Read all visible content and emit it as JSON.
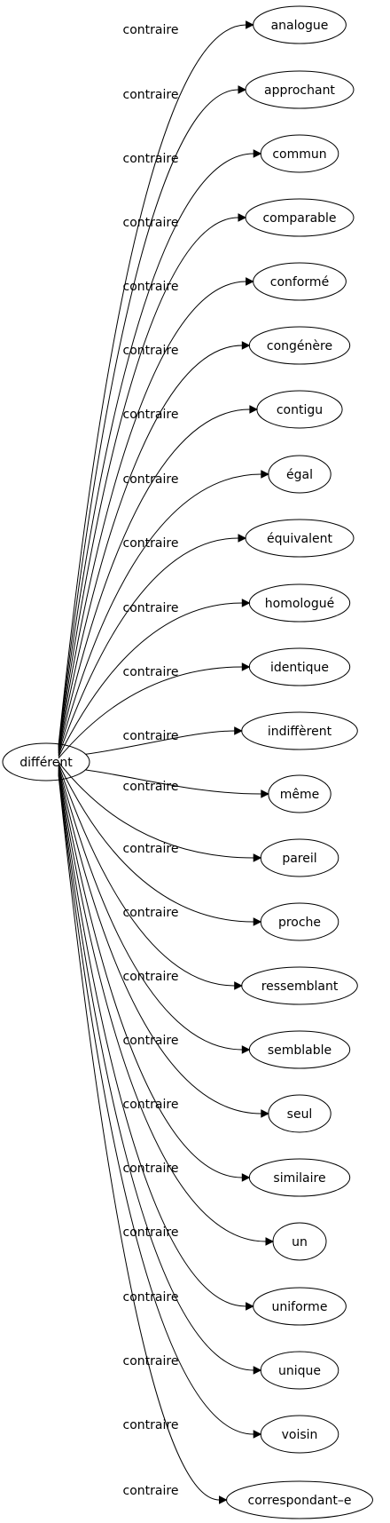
{
  "graph": {
    "source": {
      "label": "différent"
    },
    "relation_label": "contraire",
    "targets": [
      "analogue",
      "approchant",
      "commun",
      "comparable",
      "conformé",
      "congénère",
      "contigu",
      "égal",
      "équivalent",
      "homologué",
      "identique",
      "indiffèrent",
      "même",
      "pareil",
      "proche",
      "ressemblant",
      "semblable",
      "seul",
      "similaire",
      "un",
      "uniforme",
      "unique",
      "voisin",
      "correspondant–e"
    ]
  }
}
